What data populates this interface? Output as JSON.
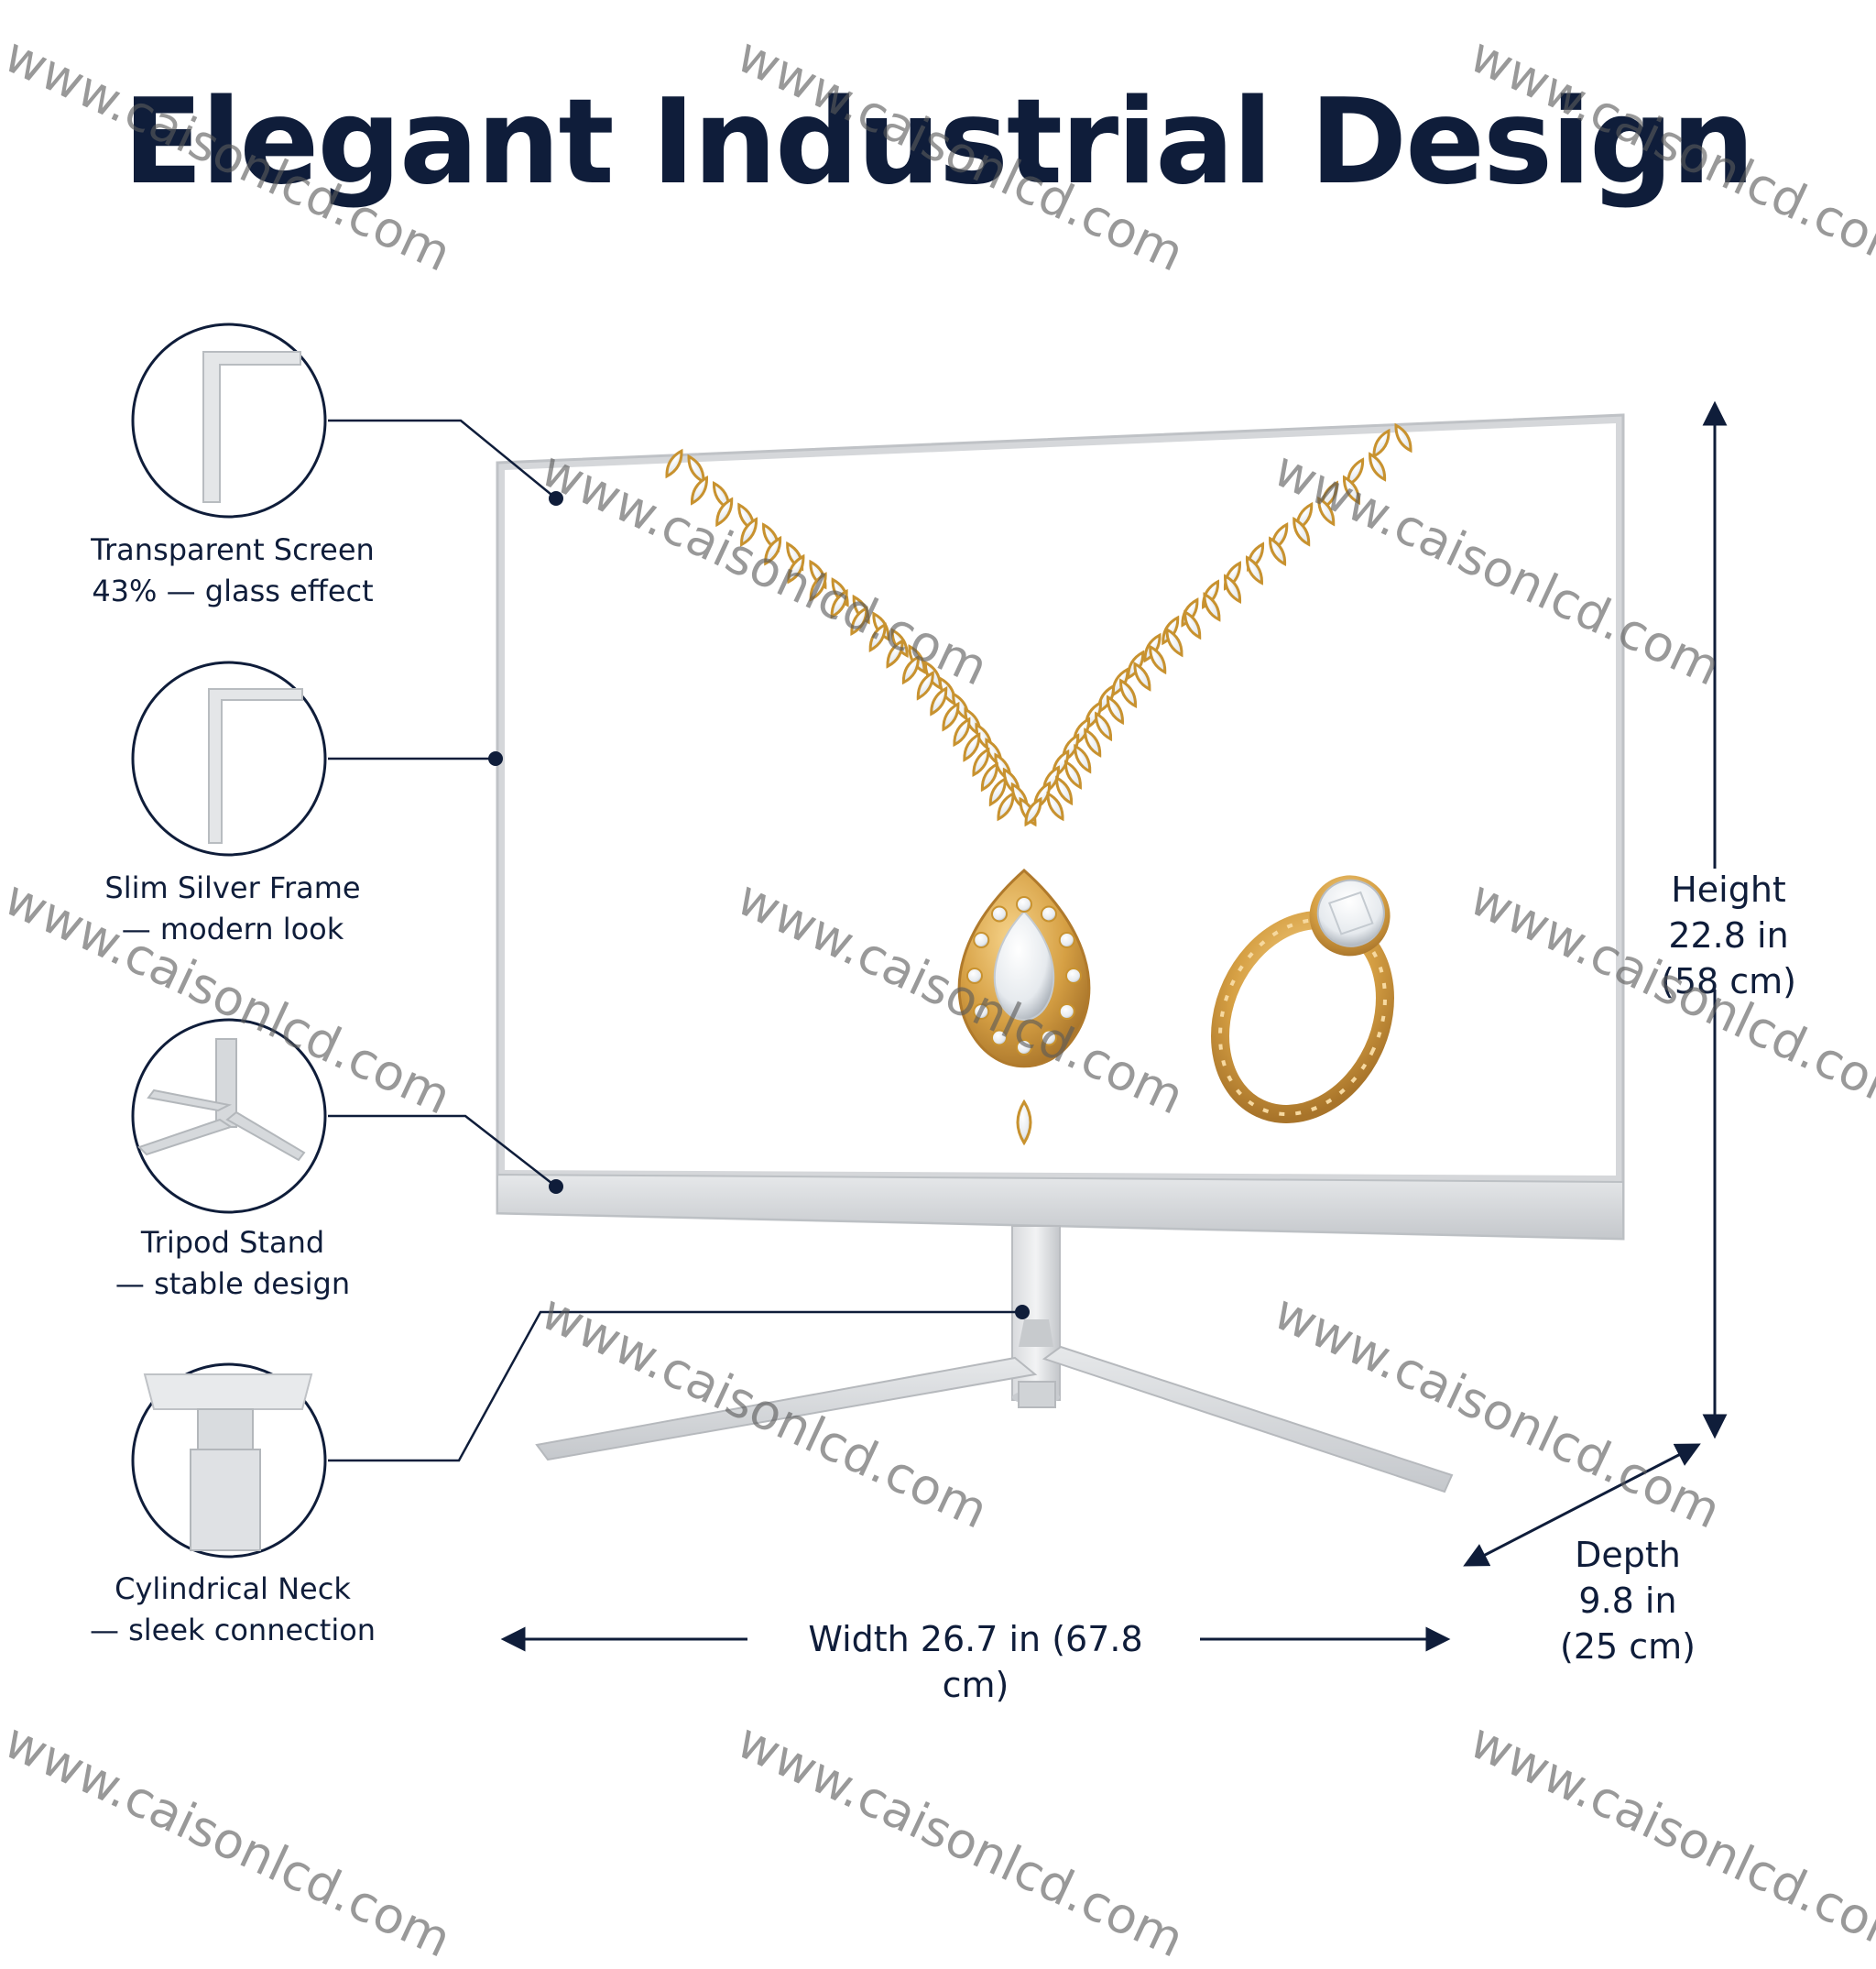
{
  "title": "Elegant Industrial Design",
  "features": [
    {
      "line1": "Transparent Screen",
      "line2": "43% — glass effect",
      "icon": "frame-corner-icon"
    },
    {
      "line1": "Slim Silver Frame",
      "line2": "— modern look",
      "icon": "frame-edge-icon"
    },
    {
      "line1": "Tripod Stand",
      "line2": "— stable design",
      "icon": "tripod-stand-icon"
    },
    {
      "line1": "Cylindrical Neck",
      "line2": "— sleek connection",
      "icon": "cylindrical-neck-icon"
    }
  ],
  "dimensions": {
    "width": "Width 26.7 in (67.8 cm)",
    "height": {
      "label": "Height",
      "imperial": "22.8 in",
      "metric": "(58 cm)"
    },
    "depth": {
      "label": "Depth",
      "imperial": "9.8 in",
      "metric": "(25 cm)"
    }
  },
  "watermark": "www.caisonlcd.com",
  "colors": {
    "text": "#0f1d3a",
    "frame": "#c9cbce",
    "gold": "#d4a24a",
    "diamond": "#f4f6f8"
  },
  "screen_content": [
    "necklace-illustration",
    "ring-illustration"
  ]
}
